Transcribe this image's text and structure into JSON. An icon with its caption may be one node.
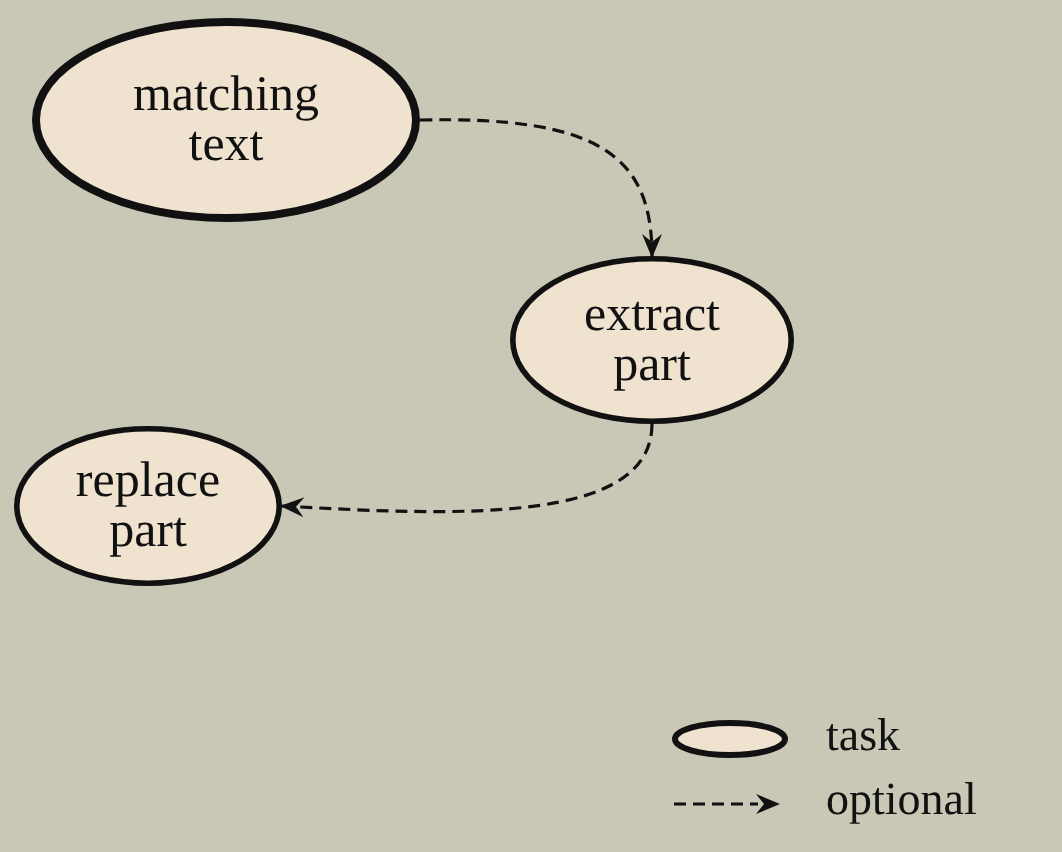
{
  "diagram": {
    "nodes": [
      {
        "text": [
          "matching text"
        ]
      },
      {
        "text": [
          "extract part"
        ]
      },
      {
        "text": [
          "replace part"
        ]
      }
    ],
    "edges": [
      {
        "from": 0,
        "to": 1,
        "arrow": "to",
        "style": "dashed"
      },
      {
        "from": 1,
        "to": 2,
        "arrow": "to",
        "style": "dashed"
      }
    ],
    "legend": [
      {
        "text": "task"
      },
      {
        "text": "optional"
      }
    ]
  }
}
